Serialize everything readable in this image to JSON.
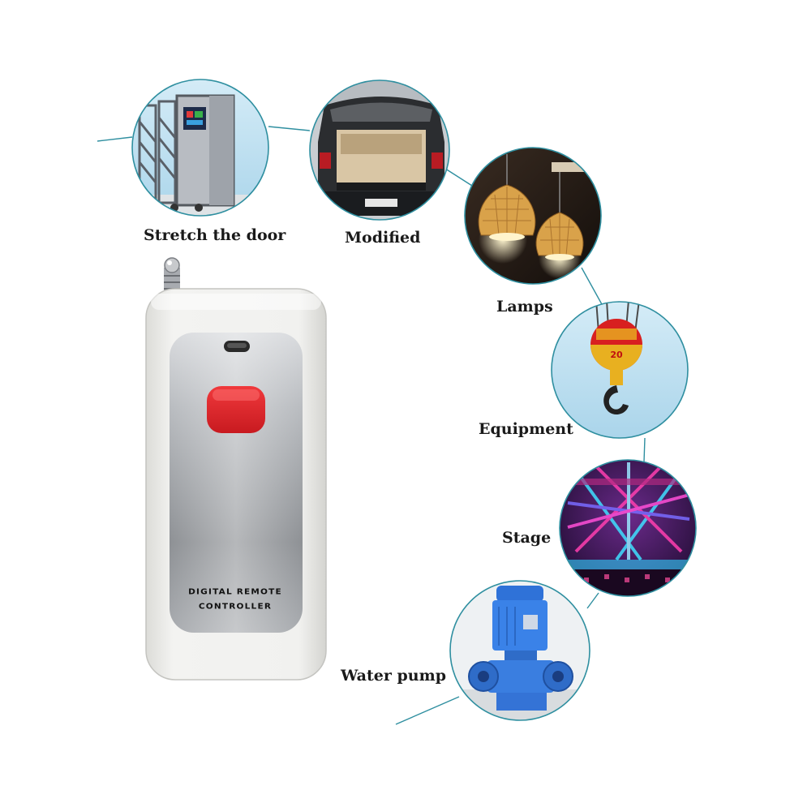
{
  "applications": [
    {
      "id": "door",
      "label": "Stretch the door",
      "icon": "sliding-gate-icon"
    },
    {
      "id": "modified",
      "label": "Modified",
      "icon": "car-trunk-icon"
    },
    {
      "id": "lamps",
      "label": "Lamps",
      "icon": "pendant-lamp-icon"
    },
    {
      "id": "equipment",
      "label": "Equipment",
      "icon": "crane-hook-icon"
    },
    {
      "id": "stage",
      "label": "Stage",
      "icon": "stage-lights-icon"
    },
    {
      "id": "pump",
      "label": "Water pump",
      "icon": "water-pump-icon"
    }
  ],
  "remote": {
    "line1": "DIGITAL REMOTE",
    "line2": "CONTROLLER",
    "button_color": "#e0242b",
    "body_color": "#ececea",
    "accent_line": "#2f8fa0"
  }
}
